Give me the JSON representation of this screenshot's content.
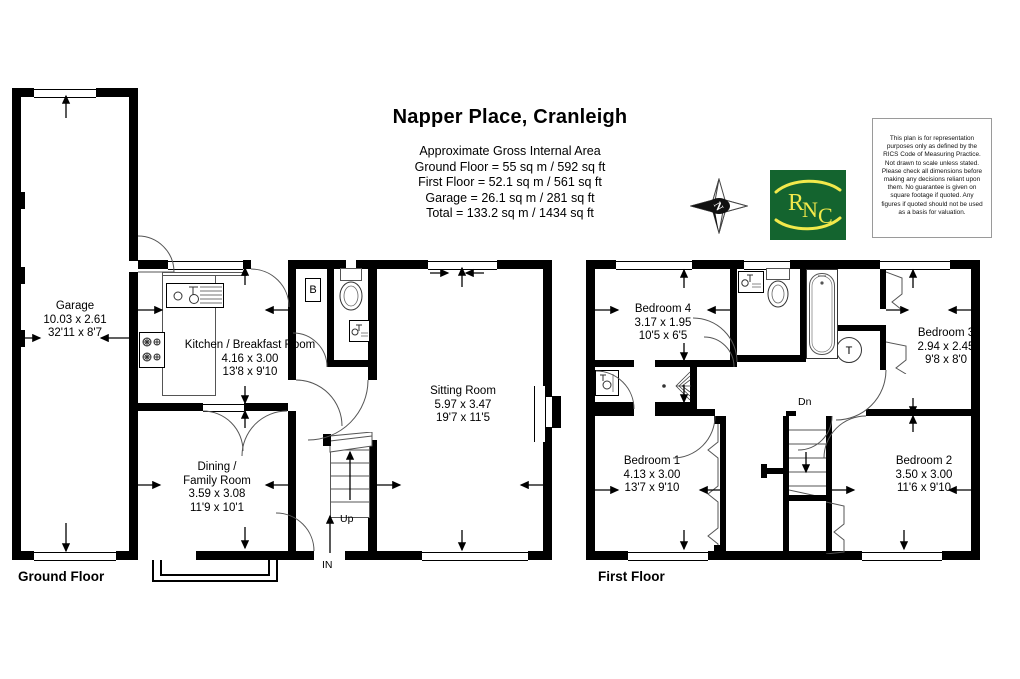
{
  "plan": {
    "title": "Napper Place, Cranleigh",
    "area_heading": "Approximate Gross Internal Area",
    "area_lines": [
      "Ground Floor = 55 sq m / 592 sq ft",
      "First Floor = 52.1 sq m / 561 sq ft",
      "Garage = 26.1 sq m / 281 sq ft",
      "Total = 133.2 sq m / 1434 sq ft"
    ]
  },
  "compass": {
    "label": "N"
  },
  "logo": {
    "text": "RNC",
    "background_color": "#14642f",
    "letter_color": "#f2e94b"
  },
  "disclaimer": {
    "text": "This plan is for representation purposes only as defined by the RICS Code of Measuring Practice. Not drawn to scale unless stated. Please check all dimensions before making any decisions reliant upon them. No guarantee is given on square footage if quoted. Any figures if quoted should not be used as a basis for valuation."
  },
  "ground_floor": {
    "label": "Ground Floor",
    "rooms": [
      {
        "name": "Garage",
        "metric": "10.03 x 2.61",
        "imperial": "32'11 x 8'7"
      },
      {
        "name": "Kitchen / Breakfast Room",
        "metric": "4.16 x 3.00",
        "imperial": "13'8 x 9'10"
      },
      {
        "name": "Sitting Room",
        "metric": "5.97 x 3.47",
        "imperial": "19'7 x 11'5"
      },
      {
        "name": "Dining / Family Room",
        "metric": "3.59 x 3.08",
        "imperial": "11'9 x 10'1"
      }
    ],
    "markers": [
      {
        "name": "boiler",
        "label": "B"
      },
      {
        "name": "stairs-up",
        "label": "Up"
      },
      {
        "name": "entrance",
        "label": "IN"
      }
    ]
  },
  "first_floor": {
    "label": "First Floor",
    "rooms": [
      {
        "name": "Bedroom 4",
        "metric": "3.17 x 1.95",
        "imperial": "10'5 x 6'5"
      },
      {
        "name": "Bedroom 3",
        "metric": "2.94 x 2.45",
        "imperial": "9'8 x 8'0"
      },
      {
        "name": "Bedroom 1",
        "metric": "4.13 x 3.00",
        "imperial": "13'7 x 9'10"
      },
      {
        "name": "Bedroom 2",
        "metric": "3.50 x 3.00",
        "imperial": "11'6 x 9'10"
      }
    ],
    "markers": [
      {
        "name": "tank-cupboard",
        "label": "T"
      },
      {
        "name": "stairs-down",
        "label": "Dn"
      }
    ]
  }
}
